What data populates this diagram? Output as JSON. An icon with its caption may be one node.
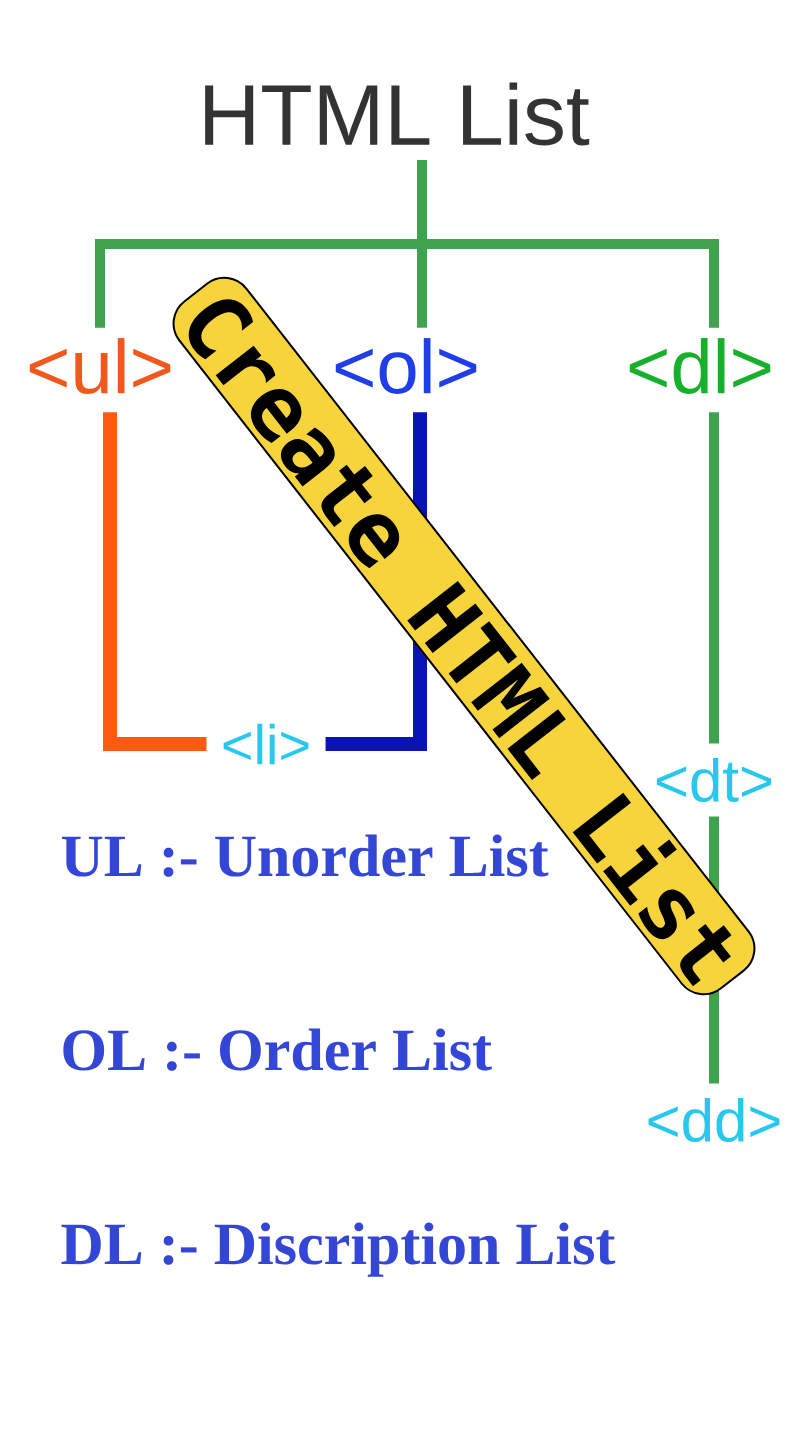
{
  "diagram": {
    "nodes": [
      {
        "text": [
          "HTML List"
        ]
      },
      {
        "text": [
          "<ul>"
        ]
      },
      {
        "text": [
          "<ol>"
        ]
      },
      {
        "text": [
          "<dl>"
        ]
      },
      {
        "text": [
          "<li>"
        ]
      },
      {
        "text": [
          "<dt>"
        ]
      },
      {
        "text": [
          "<dd>"
        ]
      }
    ],
    "edges": [
      {
        "from": 0,
        "to": 1,
        "arrow": "none"
      },
      {
        "from": 0,
        "to": 2,
        "arrow": "none"
      },
      {
        "from": 0,
        "to": 3,
        "arrow": "none"
      },
      {
        "from": 1,
        "to": 4,
        "arrow": "none",
        "color": "#ff5a14"
      },
      {
        "from": 2,
        "to": 4,
        "arrow": "none",
        "color": "#0a14b4"
      },
      {
        "from": 3,
        "to": 5,
        "arrow": "none"
      },
      {
        "from": 5,
        "to": 6,
        "arrow": "none"
      }
    ],
    "labels": [
      "Create HTML List",
      "UL :- Unorder List",
      "OL :- Order List",
      "DL :- Discription List"
    ]
  }
}
